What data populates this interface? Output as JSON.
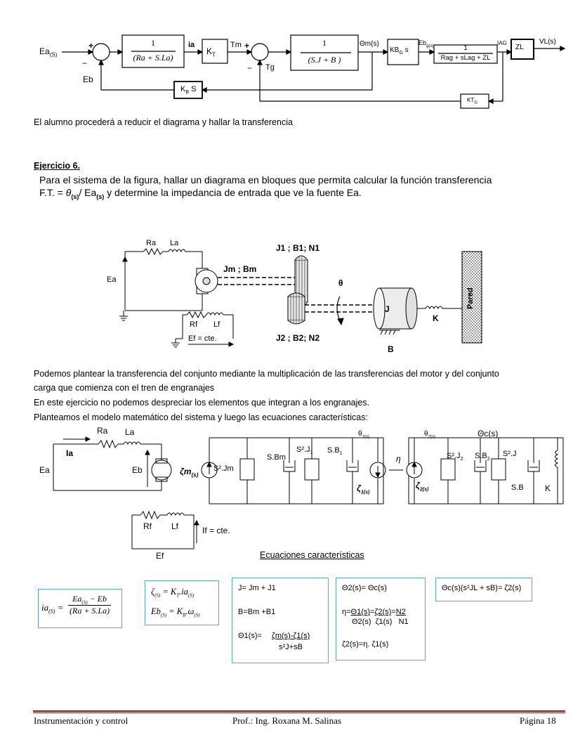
{
  "diagram1": {
    "input": "Ea",
    "input_sub": "(S)",
    "plus1": "+",
    "minus1": "−",
    "eb": "Eb",
    "block1_num": "1",
    "block1_den": "(Ra + S.La)",
    "ia": "ia",
    "kt": "K",
    "kt_sub": "T",
    "tm": "Tm",
    "plus2": "+",
    "minus2": "−",
    "tg": "Tg",
    "block2_num": "1",
    "block2_den": "(S.J  + B )",
    "theta_m": "Θm(s)",
    "kbg": "KB",
    "kbg_sub": "G",
    "kbg_s": "s",
    "ebg": "Eb",
    "ebg_sub": "g(s)",
    "block3_num": "1",
    "block3_den": "Rag + sLag + ZL",
    "iag": "IAG",
    "zl": "ZL",
    "vl": "VL(s)",
    "kbs": "K",
    "kbs_sub": "B",
    "kbs_s": "S",
    "ktg": "KT",
    "ktg_sub": "G"
  },
  "para1": "El alumno procederá a reducir el diagrama y hallar la transferencia",
  "heading": "Ejercicio 6.",
  "statement_line1": "Para el sistema de la figura, hallar un diagrama en bloques que permita calcular la función transferencia",
  "statement_line2_a": "F.T. = ",
  "statement_line2_theta": "θ",
  "statement_line2_sub1": "(s)",
  "statement_line2_b": "/ Ea",
  "statement_line2_sub2": "(s)",
  "statement_line2_c": " y determine la impedancia de entrada que ve la fuente Ea.",
  "fig2": {
    "ra": "Ra",
    "la": "La",
    "ea": "Ea",
    "jm": "Jm ; Bm",
    "j1": "J1 ; B1; N1",
    "theta": "θ",
    "j": "J",
    "k": "K",
    "pared": "Pared",
    "rf": "Rf",
    "lf": "Lf",
    "ef": "Ef = cte.",
    "j2": "J2 ; B2; N2",
    "b": "B"
  },
  "para2": "Podemos plantear la transferencia del conjunto mediante la multiplicación de las transferencias del motor y del conjunto",
  "para3": "carga que comienza con el tren de engranajes",
  "para4": "En este ejercicio no podemos despreciar los elementos que integran a los engranajes.",
  "para5": " Planteamos el modelo matemático del sistema y luego las ecuaciones características:",
  "fig3": {
    "ra": "Ra",
    "la": "La",
    "ia": "Ia",
    "ea": "Ea",
    "eb": "Eb",
    "zm": "ζm",
    "zm_sub": "(s)",
    "s2jm": "S².Jm",
    "sbm": "S.Bm",
    "s2j1": "S².J",
    "s2j1_sub": "1",
    "sb1": "S.B",
    "sb1_sub": "1",
    "th1": "θ",
    "th1_sub": "1(s)",
    "z1": "ζ",
    "z1_sub": "1(s)",
    "eta": "η",
    "th2": "θ",
    "th2_sub": "2(s)",
    "thc": "Θc(s)",
    "z2": "ζ",
    "z2_sub": "2(s)",
    "s2j2": "S².J",
    "s2j2_sub": "2",
    "sb2": "S.B",
    "sb2_sub": "2",
    "s2j": "S².J",
    "sb": "S.B",
    "k": "K",
    "rf": "Rf",
    "lf": "Lf",
    "if": "If = cte.",
    "ef": "Ef"
  },
  "eq_title": "Ecuaciones características",
  "eq1": {
    "lhs": "ia",
    "lhs_sub": "(S)",
    "num_a": "Ea",
    "num_sub": "(S)",
    "num_b": " − Eb",
    "den": "(Ra + S.La)"
  },
  "eq2": {
    "l1_a": "ζ",
    "l1_sub": "(S)",
    "l1_b": " = K",
    "l1_sub2": "T",
    "l1_c": ".ia",
    "l1_sub3": "(S)",
    "l2_a": "Eb",
    "l2_sub": "(S)",
    "l2_b": " = K",
    "l2_sub2": "B",
    "l2_c": ".ω",
    "l2_sub3": "(S)"
  },
  "eq3": {
    "l1": "J= Jm + J1",
    "l2": "B=Bm +B1",
    "l3_a": "Θ1(s)=",
    "l3_num": "ζm(s)-ζ1(s)",
    "l3_den": "s²J+sB"
  },
  "eq4": {
    "l1": "Θ2(s)= Θc(s)",
    "l2_a": "η=",
    "l2_n1": "Θ1(s)",
    "l2_eq1": "=",
    "l2_n2": "ζ2(s)",
    "l2_eq2": "=",
    "l2_n3": "N2",
    "l2_d1": "Θ2(s)",
    "l2_d2": "ζ1(s)",
    "l2_d3": "N1",
    "l3": "ζ2(s)=η. ζ1(s)"
  },
  "eq5": {
    "l1": "Θc(s)(s²JL + sB)= ζ2(s)"
  },
  "footer": {
    "left": "Instrumentación y control",
    "center": "Prof.: Ing. Roxana M. Salinas",
    "right": "Página 18"
  }
}
